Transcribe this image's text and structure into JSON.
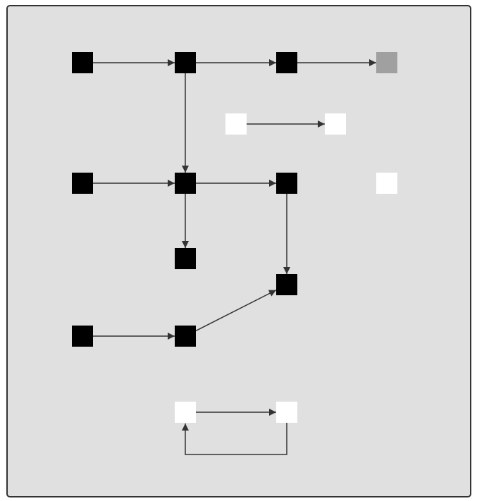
{
  "colors": {
    "background": "#e0e0e0",
    "border": "#333333",
    "edge": "#333333",
    "black_node": "#000000",
    "white_node": "#ffffff",
    "gray_node": "#a0a0a0"
  },
  "nodes": [
    {
      "id": "a",
      "color": "#000000"
    },
    {
      "id": "b",
      "color": "#000000"
    },
    {
      "id": "c",
      "color": "#000000"
    },
    {
      "id": "d",
      "color": "#a0a0a0"
    },
    {
      "id": "e",
      "color": "#ffffff"
    },
    {
      "id": "f",
      "color": "#ffffff"
    },
    {
      "id": "g",
      "color": "#000000"
    },
    {
      "id": "h",
      "color": "#000000"
    },
    {
      "id": "i",
      "color": "#000000"
    },
    {
      "id": "j",
      "color": "#ffffff"
    },
    {
      "id": "k",
      "color": "#000000"
    },
    {
      "id": "l",
      "color": "#000000"
    },
    {
      "id": "m",
      "color": "#000000"
    },
    {
      "id": "n",
      "color": "#000000"
    },
    {
      "id": "o",
      "color": "#ffffff"
    },
    {
      "id": "p",
      "color": "#ffffff"
    }
  ],
  "edges": [
    {
      "from": "a",
      "to": "b"
    },
    {
      "from": "b",
      "to": "c"
    },
    {
      "from": "c",
      "to": "d"
    },
    {
      "from": "e",
      "to": "f"
    },
    {
      "from": "b",
      "to": "h"
    },
    {
      "from": "g",
      "to": "h"
    },
    {
      "from": "h",
      "to": "i"
    },
    {
      "from": "h",
      "to": "k"
    },
    {
      "from": "i",
      "to": "l"
    },
    {
      "from": "m",
      "to": "n"
    },
    {
      "from": "n",
      "to": "l"
    },
    {
      "from": "o",
      "to": "p"
    },
    {
      "from": "p",
      "to": "o"
    }
  ]
}
